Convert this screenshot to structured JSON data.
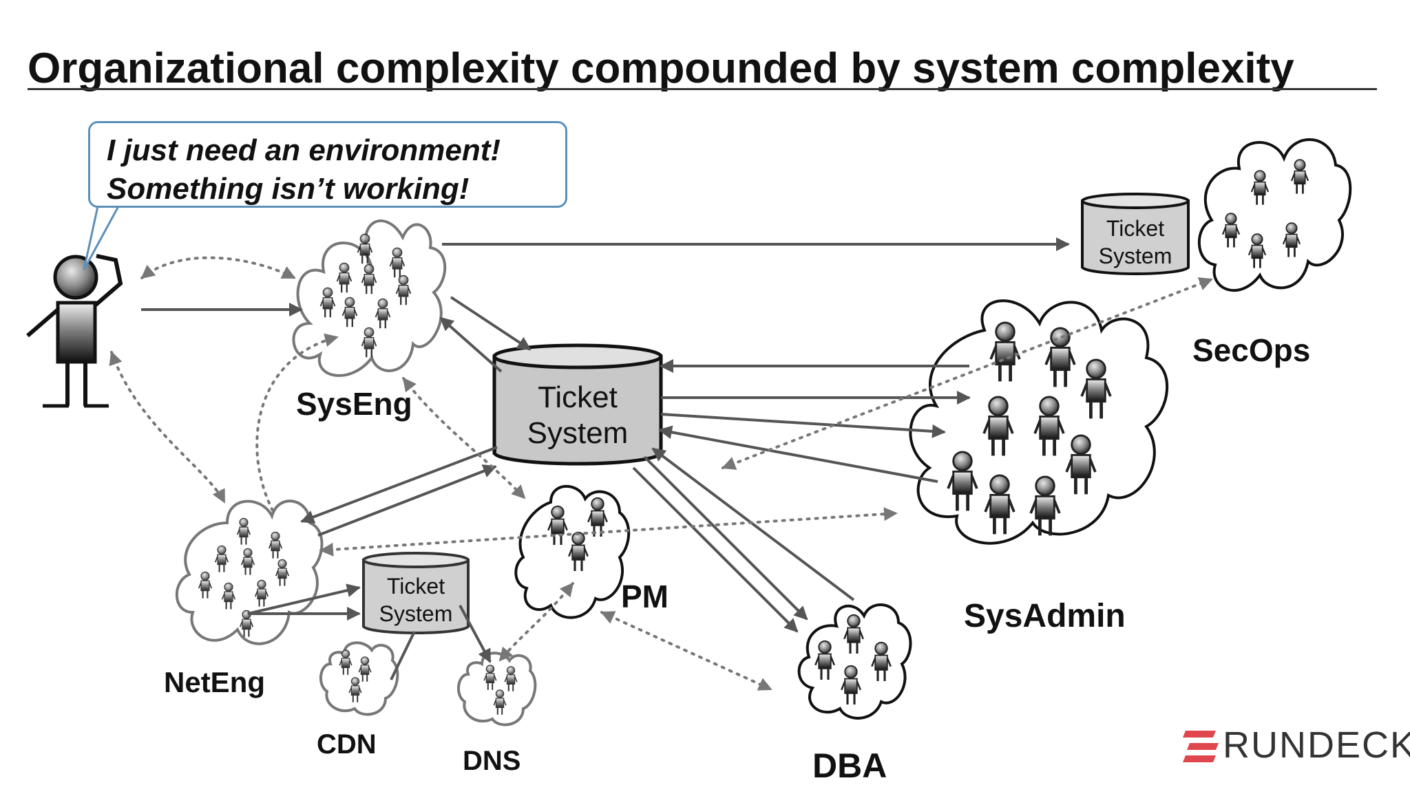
{
  "title": "Organizational complexity compounded by system complexity",
  "speech_bubble": {
    "line1": "I just need an environment!",
    "line2": "Something isn’t working!"
  },
  "groups": {
    "syseng": "SysEng",
    "secops": "SecOps",
    "sysadmin": "SysAdmin",
    "neteng": "NetEng",
    "pm": "PM",
    "dba": "DBA",
    "cdn": "CDN",
    "dns": "DNS"
  },
  "ticket_systems": {
    "central": [
      "Ticket",
      "System"
    ],
    "secops": [
      "Ticket",
      "System"
    ],
    "neteng": [
      "Ticket",
      "System"
    ]
  },
  "logo": {
    "text": "RUNDECK",
    "accent_color": "#e0474c"
  },
  "colors": {
    "solid_arrow": "#555555",
    "dotted_arrow": "#777777",
    "bubble_border": "#5b8fb9"
  }
}
